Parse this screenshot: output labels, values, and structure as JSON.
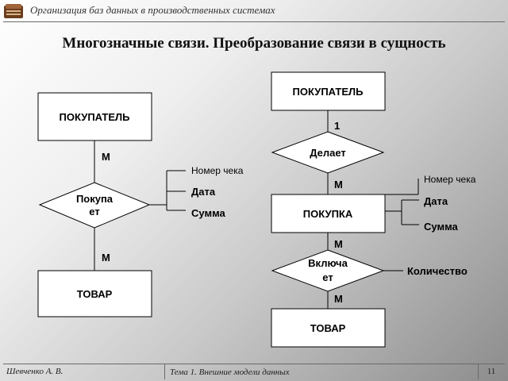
{
  "header": {
    "title": "Организация баз данных в производственных системах"
  },
  "slide": {
    "title": "Многозначные связи. Преобразование связи в сущность"
  },
  "left": {
    "entity_top": "ПОКУПАТЕЛЬ",
    "relation": [
      "Покупа",
      "ет"
    ],
    "entity_bottom": "ТОВАР",
    "card_top": "М",
    "card_bottom": "М",
    "attributes": [
      "Номер чека",
      "Дата",
      "Сумма"
    ]
  },
  "right": {
    "entity_top": "ПОКУПАТЕЛЬ",
    "card_1": "1",
    "relation_1": "Делает",
    "card_2": "М",
    "entity_mid": "ПОКУПКА",
    "attributes": [
      "Номер чека",
      "Дата",
      "Сумма"
    ],
    "card_3": "М",
    "relation_2": [
      "Включа",
      "ет"
    ],
    "relation_2_attribute": "Количество",
    "card_4": "М",
    "entity_bottom": "ТОВАР"
  },
  "footer": {
    "author": "Шевченко А. В.",
    "topic": "Тема 1. Внешние модели данных",
    "page": "11"
  }
}
